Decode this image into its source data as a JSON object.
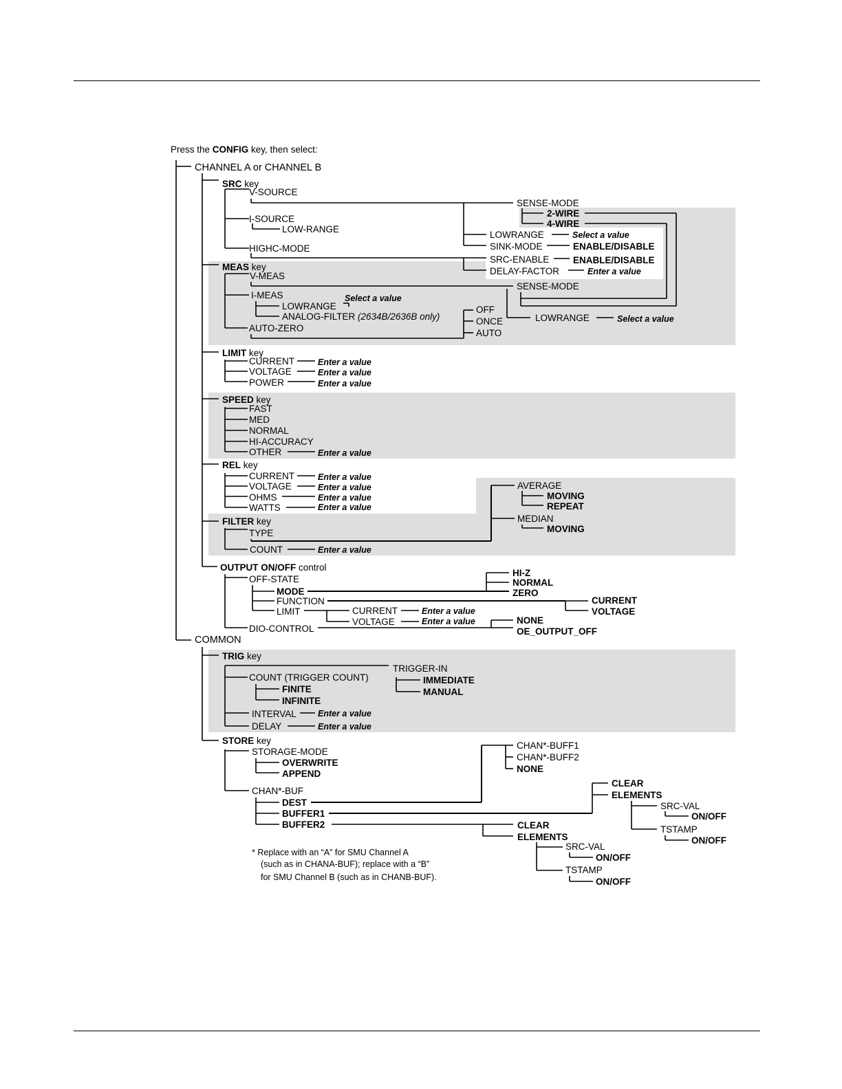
{
  "intro": {
    "pre": "Press the ",
    "key": "CONFIG",
    "post": " key, then select:"
  },
  "channel": "CHANNEL A or CHANNEL B",
  "common": "COMMON",
  "key_word": "key",
  "src": {
    "name": "SRC",
    "v_source": "V-SOURCE",
    "i_source": "I-SOURCE",
    "low_range": "LOW-RANGE",
    "highc_mode": "HIGHC-MODE",
    "sense_mode": "SENSE-MODE",
    "two_wire": "2-WIRE",
    "four_wire": "4-WIRE",
    "lowrange": "LOWRANGE",
    "select_value": "Select a value",
    "sink_mode": "SINK-MODE",
    "enable_disable": "ENABLE/DISABLE",
    "src_enable": "SRC-ENABLE",
    "delay_factor": "DELAY-FACTOR",
    "enter_value": "Enter a value"
  },
  "meas": {
    "name": "MEAS",
    "v_meas": "V-MEAS",
    "i_meas": "I-MEAS",
    "lowrange": "LOWRANGE",
    "select_value": "Select a value",
    "analog_filter": "ANALOG-FILTER ",
    "analog_note": "(2634B/2636B only)",
    "auto_zero": "AUTO-ZERO",
    "off": "OFF",
    "once": "ONCE",
    "auto": "AUTO",
    "sense_mode": "SENSE-MODE",
    "lowrange2": "LOWRANGE",
    "select_value2": "Select a value"
  },
  "limit": {
    "name": "LIMIT",
    "current": "CURRENT",
    "voltage": "VOLTAGE",
    "power": "POWER",
    "enter_value": "Enter a value"
  },
  "speed": {
    "name": "SPEED",
    "fast": "FAST",
    "med": "MED",
    "normal": "NORMAL",
    "hi_accuracy": "HI-ACCURACY",
    "other": "OTHER",
    "enter_value": "Enter a value"
  },
  "rel": {
    "name": "REL",
    "current": "CURRENT",
    "voltage": "VOLTAGE",
    "ohms": "OHMS",
    "watts": "WATTS",
    "enter_value": "Enter a value"
  },
  "filter": {
    "name": "FILTER",
    "type": "TYPE",
    "count": "COUNT",
    "enter_value": "Enter a value",
    "average": "AVERAGE",
    "moving": "MOVING",
    "repeat": "REPEAT",
    "median": "MEDIAN",
    "moving2": "MOVING"
  },
  "output": {
    "name": "OUTPUT ON/OFF",
    "control": "control",
    "off_state": "OFF-STATE",
    "mode": "MODE",
    "function": "FUNCTION",
    "limit": "LIMIT",
    "hi_z": "HI-Z",
    "normal": "NORMAL",
    "zero": "ZERO",
    "current": "CURRENT",
    "voltage": "VOLTAGE",
    "lim_current": "CURRENT",
    "lim_voltage": "VOLTAGE",
    "enter_value": "Enter a value",
    "dio_control": "DIO-CONTROL",
    "none": "NONE",
    "oe_output_off": "OE_OUTPUT_OFF"
  },
  "trig": {
    "name": "TRIG",
    "count": "COUNT (TRIGGER COUNT)",
    "finite": "FINITE",
    "infinite": "INFINITE",
    "trigger_in": "TRIGGER-IN",
    "immediate": "IMMEDIATE",
    "manual": "MANUAL",
    "interval": "INTERVAL",
    "delay": "DELAY",
    "enter_value": "Enter a value"
  },
  "store": {
    "name": "STORE",
    "storage_mode": "STORAGE-MODE",
    "overwrite": "OVERWRITE",
    "append": "APPEND",
    "chan_buf": "CHAN*-BUF",
    "dest": "DEST",
    "buffer1": "BUFFER1",
    "buffer2": "BUFFER2",
    "chan_buff1": "CHAN*-BUFF1",
    "chan_buff2": "CHAN*-BUFF2",
    "none": "NONE",
    "clear": "CLEAR",
    "elements": "ELEMENTS",
    "src_val": "SRC-VAL",
    "on_off": "ON/OFF",
    "tstamp": "TSTAMP",
    "clear2": "CLEAR",
    "elements2": "ELEMENTS",
    "src_val2": "SRC-VAL",
    "on_off2": "ON/OFF",
    "tstamp2": "TSTAMP",
    "on_off3": "ON/OFF",
    "on_off4": "ON/OFF"
  },
  "footnote": [
    "*  Replace with an “A” for SMU Channel A",
    "(such as in CHANA-BUF); replace with a “B”",
    "for SMU Channel B (such as in CHANB-BUF)."
  ]
}
